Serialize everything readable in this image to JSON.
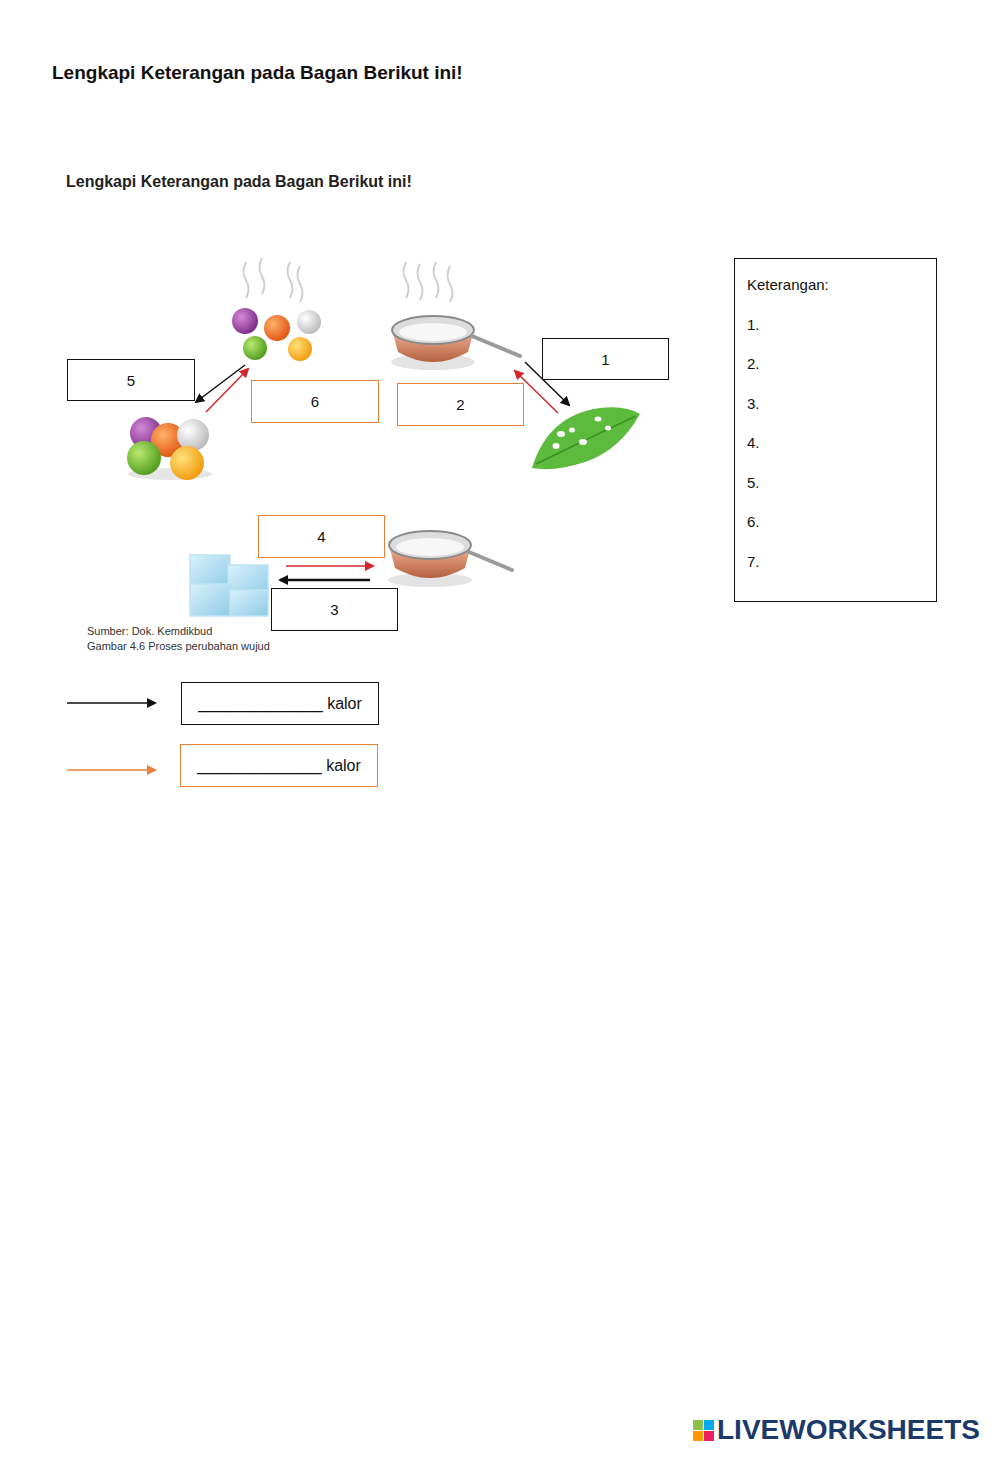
{
  "diagram": {
    "title": "Lengkapi Keterangan pada Bagan Berikut ini!",
    "caption": "Gambar 4.6 Proses perubahan wujud",
    "nodes": [
      {
        "text": [
          "Keterangan:",
          "1.",
          "2.",
          "3.",
          "4.",
          "5.",
          "6.",
          "7."
        ]
      },
      {
        "text": [
          "1"
        ]
      },
      {
        "text": [
          "5"
        ]
      },
      {
        "text": [
          "6"
        ]
      },
      {
        "text": [
          "2"
        ]
      },
      {
        "text": [
          "4"
        ]
      },
      {
        "text": [
          "3"
        ]
      }
    ],
    "labels": [
      "Lengkapi Keterangan pada Bagan Berikut ini!",
      "Sumber: Dok. Kemdikbud",
      "LIVEWORKSHEETS"
    ],
    "legend": [
      {
        "text": "______________ kalor"
      },
      {
        "text": "______________ kalor"
      }
    ]
  }
}
